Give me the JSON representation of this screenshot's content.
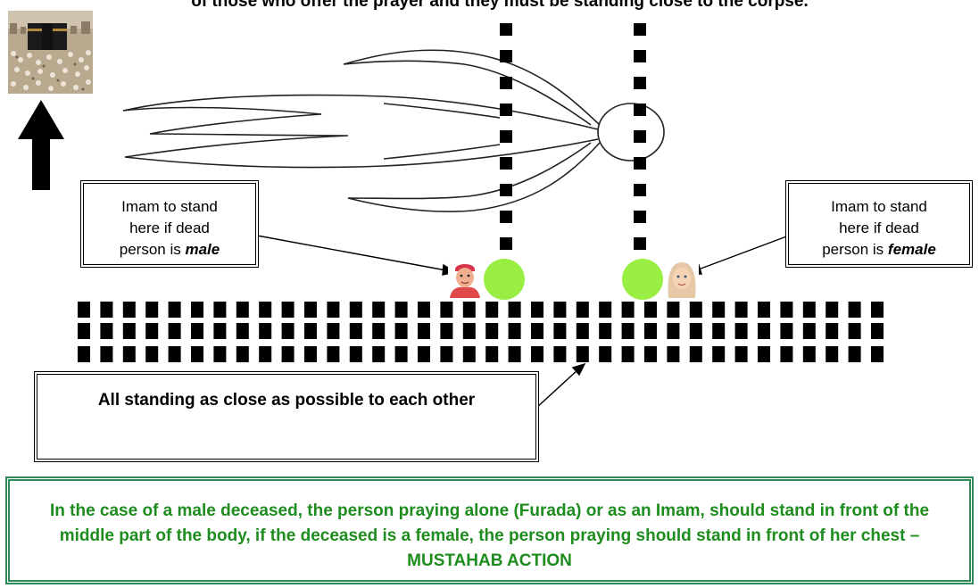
{
  "header": {
    "top_text": "of those who offer the prayer and they must be standing close to the corpse."
  },
  "callouts": {
    "male": {
      "line1": "Imam to stand",
      "line2": "here if dead",
      "line3_prefix": "person is ",
      "line3_emphasis": "male"
    },
    "female": {
      "line1": "Imam to stand",
      "line2": "here if dead",
      "line3_prefix": "person is ",
      "line3_emphasis": "female"
    },
    "rows": {
      "text": "All standing as close as possible to each other"
    }
  },
  "footer": {
    "text": "In the case of a male deceased, the person praying alone (Furada) or as an Imam, should stand in front of the middle part of the body, if the deceased is a female, the person praying should stand in front of her chest – MUSTAHAB ACTION"
  },
  "icons": {
    "kaaba": "kaaba-photo",
    "qibla": "up-arrow-icon",
    "imam_male": "male-imam-face-icon",
    "imam_female": "female-imam-face-icon",
    "position_markers": "green-circle-icon"
  },
  "colors": {
    "marker_green": "#99ee44",
    "footer_text": "#1e8c1e",
    "footer_border": "#2e8b57"
  }
}
